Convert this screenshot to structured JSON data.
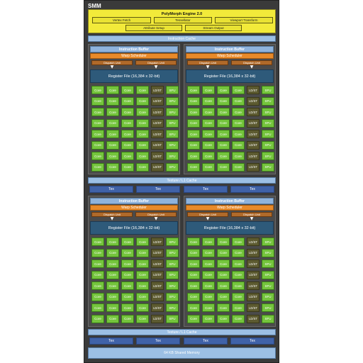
{
  "smm": {
    "title": "SMM"
  },
  "polymorph": {
    "title": "PolyMorph Engine 2.0",
    "row1": [
      "Vertex Fetch",
      "Tessellator",
      "Viewport Transform"
    ],
    "row2": [
      "Attribute Setup",
      "Stream Output"
    ]
  },
  "instruction_cache": "Instruction Cache",
  "texture_cache": "Texture / L1 Cache",
  "tex": "Tex",
  "shared_memory": "64 KB Shared Memory",
  "processing_block": {
    "instruction_buffer": "Instruction Buffer",
    "warp_scheduler": "Warp Scheduler",
    "dispatch_unit": "Dispatch Unit",
    "register_file": "Register File (16,384 x 32-bit)",
    "row_labels": [
      "Core",
      "Core",
      "Core",
      "Core",
      "LD/ST",
      "SFU"
    ],
    "rows": 8
  },
  "colors": {
    "frame": "#3a3a3a",
    "core": "#74c43c",
    "ldst": "#5c5a30",
    "warp_scheduler": "#e88a2a",
    "dispatch": "#b06a2a",
    "register_file": "#2e5a7a",
    "cache": "#9cbfe4",
    "tex": "#4062a8",
    "polymorph": "#f2ea3a"
  },
  "icons": {
    "dispatch_arrow": "down-arrow-icon"
  }
}
